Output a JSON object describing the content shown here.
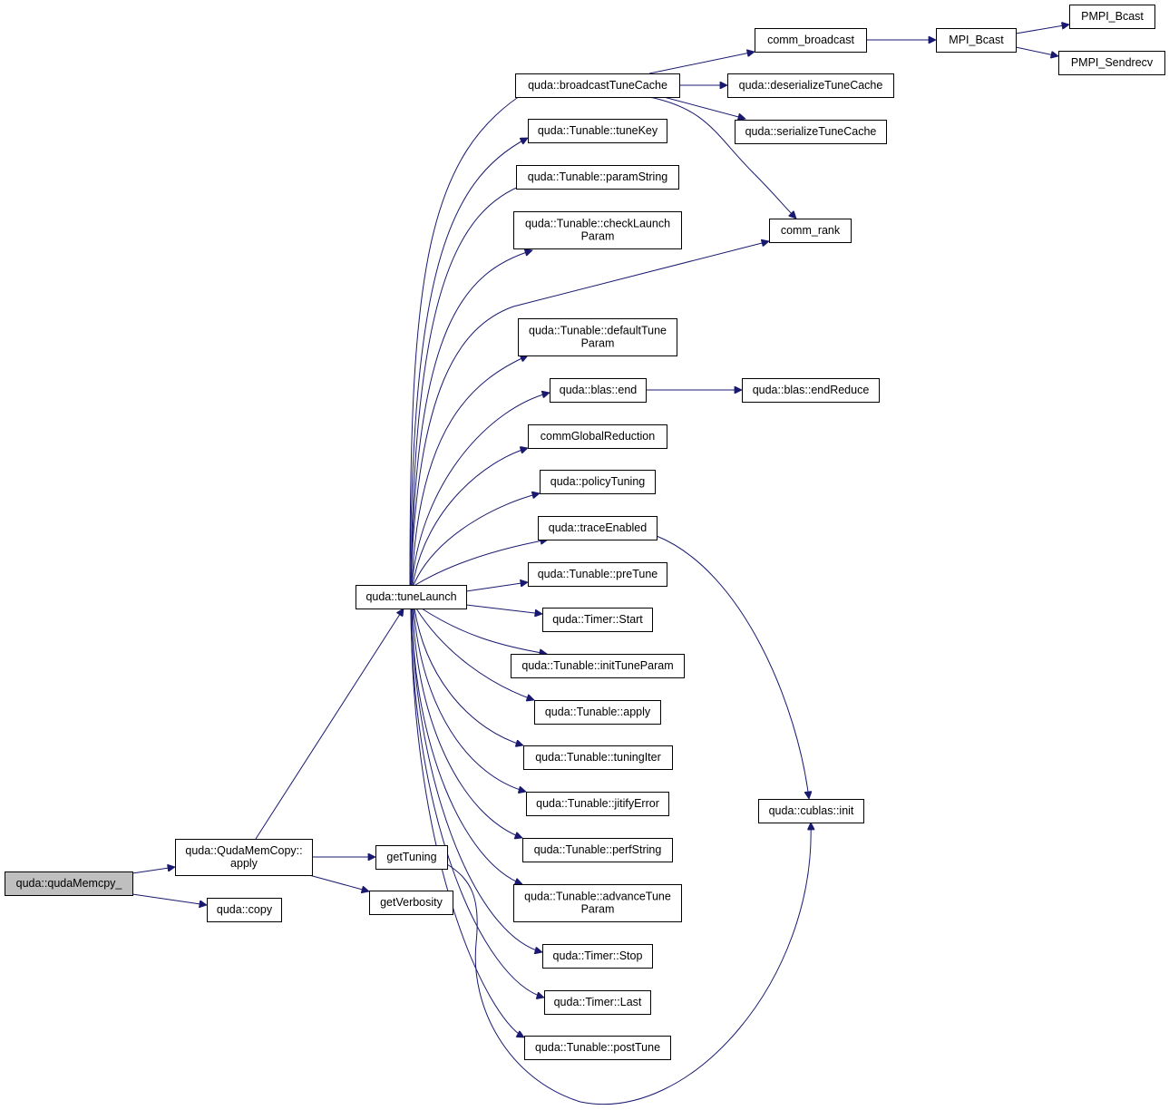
{
  "graph": {
    "title": "",
    "colors": {
      "edge": "#191970",
      "root_fill": "#bfbfbf",
      "node_fill": "#ffffff",
      "node_border": "#000000"
    },
    "nodes": [
      {
        "id": "qudaMemcpy",
        "lines": [
          "quda::qudaMemcpy_"
        ],
        "root": true
      },
      {
        "id": "QudaMemCopyApply",
        "lines": [
          "quda::QudaMemCopy::",
          "apply"
        ]
      },
      {
        "id": "copy",
        "lines": [
          "quda::copy"
        ]
      },
      {
        "id": "tuneLaunch",
        "lines": [
          "quda::tuneLaunch"
        ]
      },
      {
        "id": "getTuning",
        "lines": [
          "getTuning"
        ]
      },
      {
        "id": "getVerbosity",
        "lines": [
          "getVerbosity"
        ]
      },
      {
        "id": "broadcastTuneCache",
        "lines": [
          "quda::broadcastTuneCache"
        ]
      },
      {
        "id": "tuneKey",
        "lines": [
          "quda::Tunable::tuneKey"
        ]
      },
      {
        "id": "paramString",
        "lines": [
          "quda::Tunable::paramString"
        ]
      },
      {
        "id": "checkLaunchParam",
        "lines": [
          "quda::Tunable::checkLaunch",
          "Param"
        ]
      },
      {
        "id": "defaultTuneParam",
        "lines": [
          "quda::Tunable::defaultTune",
          "Param"
        ]
      },
      {
        "id": "blasEnd",
        "lines": [
          "quda::blas::end"
        ]
      },
      {
        "id": "commGlobalReduction",
        "lines": [
          "commGlobalReduction"
        ]
      },
      {
        "id": "policyTuning",
        "lines": [
          "quda::policyTuning"
        ]
      },
      {
        "id": "traceEnabled",
        "lines": [
          "quda::traceEnabled"
        ]
      },
      {
        "id": "preTune",
        "lines": [
          "quda::Tunable::preTune"
        ]
      },
      {
        "id": "timerStart",
        "lines": [
          "quda::Timer::Start"
        ]
      },
      {
        "id": "initTuneParam",
        "lines": [
          "quda::Tunable::initTuneParam"
        ]
      },
      {
        "id": "tunableApply",
        "lines": [
          "quda::Tunable::apply"
        ]
      },
      {
        "id": "tuningIter",
        "lines": [
          "quda::Tunable::tuningIter"
        ]
      },
      {
        "id": "jitifyError",
        "lines": [
          "quda::Tunable::jitifyError"
        ]
      },
      {
        "id": "perfString",
        "lines": [
          "quda::Tunable::perfString"
        ]
      },
      {
        "id": "advanceTuneParam",
        "lines": [
          "quda::Tunable::advanceTune",
          "Param"
        ]
      },
      {
        "id": "timerStop",
        "lines": [
          "quda::Timer::Stop"
        ]
      },
      {
        "id": "timerLast",
        "lines": [
          "quda::Timer::Last"
        ]
      },
      {
        "id": "postTune",
        "lines": [
          "quda::Tunable::postTune"
        ]
      },
      {
        "id": "commBroadcast",
        "lines": [
          "comm_broadcast"
        ]
      },
      {
        "id": "deserializeTuneCache",
        "lines": [
          "quda::deserializeTuneCache"
        ]
      },
      {
        "id": "serializeTuneCache",
        "lines": [
          "quda::serializeTuneCache"
        ]
      },
      {
        "id": "commRank",
        "lines": [
          "comm_rank"
        ]
      },
      {
        "id": "blasEndReduce",
        "lines": [
          "quda::blas::endReduce"
        ]
      },
      {
        "id": "cublasInit",
        "lines": [
          "quda::cublas::init"
        ]
      },
      {
        "id": "MPIBcast",
        "lines": [
          "MPI_Bcast"
        ]
      },
      {
        "id": "PMPIBcast",
        "lines": [
          "PMPI_Bcast"
        ]
      },
      {
        "id": "PMPISendrecv",
        "lines": [
          "PMPI_Sendrecv"
        ]
      }
    ],
    "edges": [
      [
        "qudaMemcpy",
        "QudaMemCopyApply"
      ],
      [
        "qudaMemcpy",
        "copy"
      ],
      [
        "QudaMemCopyApply",
        "tuneLaunch"
      ],
      [
        "QudaMemCopyApply",
        "getTuning"
      ],
      [
        "QudaMemCopyApply",
        "getVerbosity"
      ],
      [
        "tuneLaunch",
        "broadcastTuneCache"
      ],
      [
        "tuneLaunch",
        "tuneKey"
      ],
      [
        "tuneLaunch",
        "paramString"
      ],
      [
        "tuneLaunch",
        "checkLaunchParam"
      ],
      [
        "tuneLaunch",
        "commRank"
      ],
      [
        "tuneLaunch",
        "defaultTuneParam"
      ],
      [
        "tuneLaunch",
        "blasEnd"
      ],
      [
        "tuneLaunch",
        "commGlobalReduction"
      ],
      [
        "tuneLaunch",
        "policyTuning"
      ],
      [
        "tuneLaunch",
        "traceEnabled"
      ],
      [
        "tuneLaunch",
        "preTune"
      ],
      [
        "tuneLaunch",
        "timerStart"
      ],
      [
        "tuneLaunch",
        "initTuneParam"
      ],
      [
        "tuneLaunch",
        "tunableApply"
      ],
      [
        "tuneLaunch",
        "tuningIter"
      ],
      [
        "tuneLaunch",
        "jitifyError"
      ],
      [
        "tuneLaunch",
        "perfString"
      ],
      [
        "tuneLaunch",
        "advanceTuneParam"
      ],
      [
        "tuneLaunch",
        "timerStop"
      ],
      [
        "tuneLaunch",
        "timerLast"
      ],
      [
        "tuneLaunch",
        "postTune"
      ],
      [
        "getTuning",
        "cublasInit"
      ],
      [
        "broadcastTuneCache",
        "commBroadcast"
      ],
      [
        "broadcastTuneCache",
        "deserializeTuneCache"
      ],
      [
        "broadcastTuneCache",
        "serializeTuneCache"
      ],
      [
        "broadcastTuneCache",
        "commRank"
      ],
      [
        "blasEnd",
        "blasEndReduce"
      ],
      [
        "traceEnabled",
        "cublasInit"
      ],
      [
        "commBroadcast",
        "MPIBcast"
      ],
      [
        "MPIBcast",
        "PMPIBcast"
      ],
      [
        "MPIBcast",
        "PMPISendrecv"
      ]
    ]
  }
}
